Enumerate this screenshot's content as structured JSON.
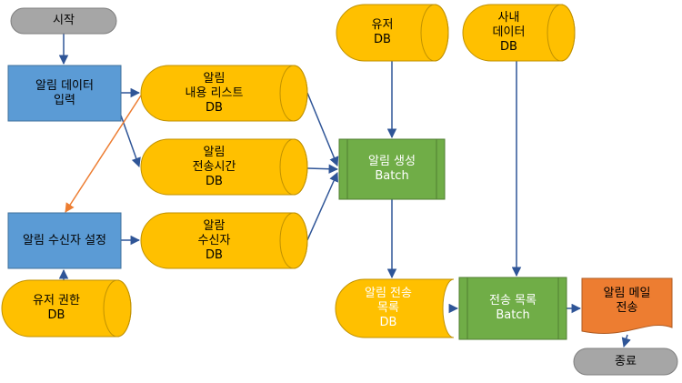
{
  "colors": {
    "terminal": "#a6a6a6",
    "process_blue": "#5b9bd5",
    "db_gold": "#ffc000",
    "db_edge": "#c09100",
    "batch_green": "#70ad47",
    "output_orange": "#ed7d31",
    "arrow_blue": "#2f5597",
    "arrow_orange": "#ed7d31"
  },
  "nodes": {
    "start": {
      "lines": [
        "시작"
      ],
      "shape": "terminal"
    },
    "alarm_data_input": {
      "lines": [
        "알림 데이터",
        "입력"
      ],
      "shape": "process"
    },
    "recipient_setting": {
      "lines": [
        "알림 수신자 설정"
      ],
      "shape": "process"
    },
    "user_permission_db": {
      "lines": [
        "유저 권한",
        "DB"
      ],
      "shape": "database"
    },
    "alarm_content_list_db": {
      "lines": [
        "알림",
        "내용 리스트",
        "DB"
      ],
      "shape": "database"
    },
    "alarm_send_time_db": {
      "lines": [
        "알림",
        "전송시간",
        "DB"
      ],
      "shape": "database"
    },
    "alarm_recipient_db": {
      "lines": [
        "알람",
        "수신자",
        "DB"
      ],
      "shape": "database"
    },
    "user_db": {
      "lines": [
        "유저",
        "DB"
      ],
      "shape": "database"
    },
    "internal_data_db": {
      "lines": [
        "사내",
        "데이터",
        "DB"
      ],
      "shape": "database"
    },
    "alarm_create_batch": {
      "lines": [
        "알림 생성",
        "Batch"
      ],
      "shape": "batch"
    },
    "alarm_send_list_db": {
      "lines": [
        "알림 전송",
        "목록",
        "DB"
      ],
      "shape": "stored-data"
    },
    "send_list_batch": {
      "lines": [
        "전송 목록",
        "Batch"
      ],
      "shape": "batch"
    },
    "alarm_mail_send": {
      "lines": [
        "알림 메일",
        "전송"
      ],
      "shape": "document"
    },
    "end": {
      "lines": [
        "종료"
      ],
      "shape": "terminal"
    }
  },
  "edges": [
    {
      "from": "start",
      "to": "alarm_data_input"
    },
    {
      "from": "alarm_data_input",
      "to": "alarm_content_list_db"
    },
    {
      "from": "alarm_data_input",
      "to": "alarm_send_time_db"
    },
    {
      "from": "alarm_content_list_db",
      "to": "recipient_setting"
    },
    {
      "from": "user_permission_db",
      "to": "recipient_setting"
    },
    {
      "from": "recipient_setting",
      "to": "alarm_recipient_db"
    },
    {
      "from": "alarm_content_list_db",
      "to": "alarm_create_batch"
    },
    {
      "from": "alarm_send_time_db",
      "to": "alarm_create_batch"
    },
    {
      "from": "alarm_recipient_db",
      "to": "alarm_create_batch"
    },
    {
      "from": "user_db",
      "to": "alarm_create_batch"
    },
    {
      "from": "alarm_create_batch",
      "to": "alarm_send_list_db"
    },
    {
      "from": "internal_data_db",
      "to": "send_list_batch"
    },
    {
      "from": "alarm_send_list_db",
      "to": "send_list_batch"
    },
    {
      "from": "send_list_batch",
      "to": "alarm_mail_send"
    },
    {
      "from": "alarm_mail_send",
      "to": "end"
    }
  ]
}
